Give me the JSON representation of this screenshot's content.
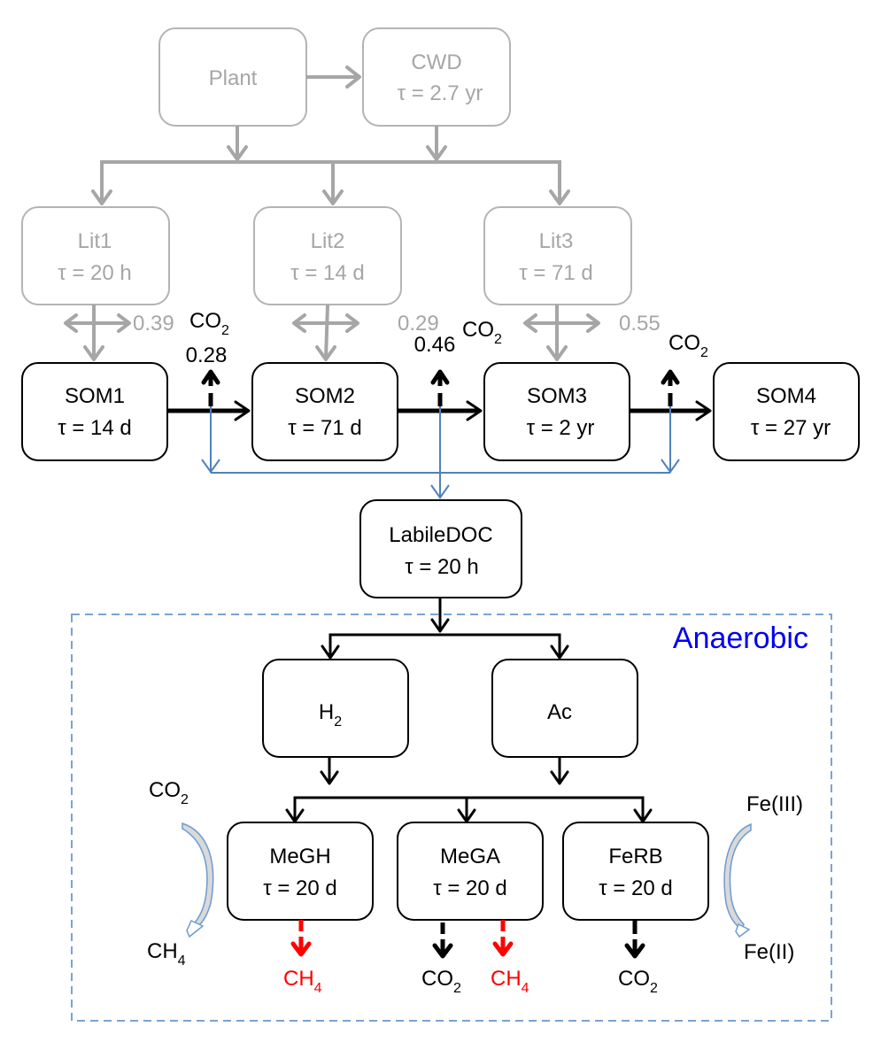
{
  "diagram": {
    "colors": {
      "inactive_gray": "#a6a6a6",
      "flux_blue": "#4f81bd",
      "methane_red": "#ff0000",
      "anaerobic_blue": "#0000ee",
      "black": "#000000"
    },
    "top_pools": {
      "plant": {
        "name": "Plant"
      },
      "cwd": {
        "name": "CWD",
        "tau": "τ = 2.7 yr"
      }
    },
    "litter_pools": [
      {
        "name": "Lit1",
        "tau": "τ = 20 h",
        "fraction": "0.39"
      },
      {
        "name": "Lit2",
        "tau": "τ = 14 d",
        "fraction": "0.29"
      },
      {
        "name": "Lit3",
        "tau": "τ = 71 d",
        "fraction": "0.55"
      }
    ],
    "som_pools": [
      {
        "name": "SOM1",
        "tau": "τ = 14 d"
      },
      {
        "name": "SOM2",
        "tau": "τ = 71 d"
      },
      {
        "name": "SOM3",
        "tau": "τ = 2 yr"
      },
      {
        "name": "SOM4",
        "tau": "τ = 27 yr"
      }
    ],
    "respiration": [
      {
        "gas": "CO",
        "sub": "2",
        "fraction": "0.28"
      },
      {
        "gas": "CO",
        "sub": "2",
        "fraction": "0.46"
      },
      {
        "gas": "CO",
        "sub": "2",
        "fraction": ""
      }
    ],
    "doc_pool": {
      "name": "LabileDOC",
      "tau": "τ = 20 h"
    },
    "anaerobic": {
      "label": "Anaerobic",
      "intermediates": [
        {
          "name": "H",
          "sub": "2"
        },
        {
          "name": "Ac",
          "sub": ""
        }
      ],
      "microbes": [
        {
          "name": "MeGH",
          "tau": "τ = 20 d"
        },
        {
          "name": "MeGA",
          "tau": "τ = 20 d"
        },
        {
          "name": "FeRB",
          "tau": "τ = 20 d"
        }
      ],
      "products": [
        {
          "gas": "CH",
          "sub": "4",
          "color": "red"
        },
        {
          "gas": "CO",
          "sub": "2",
          "color": "black"
        },
        {
          "gas": "CH",
          "sub": "4",
          "color": "red"
        },
        {
          "gas": "CO",
          "sub": "2",
          "color": "black"
        }
      ],
      "left_conversion": {
        "from": "CO",
        "from_sub": "2",
        "to": "CH",
        "to_sub": "4"
      },
      "right_conversion": {
        "from": "Fe(III)",
        "to": "Fe(II)"
      }
    }
  }
}
